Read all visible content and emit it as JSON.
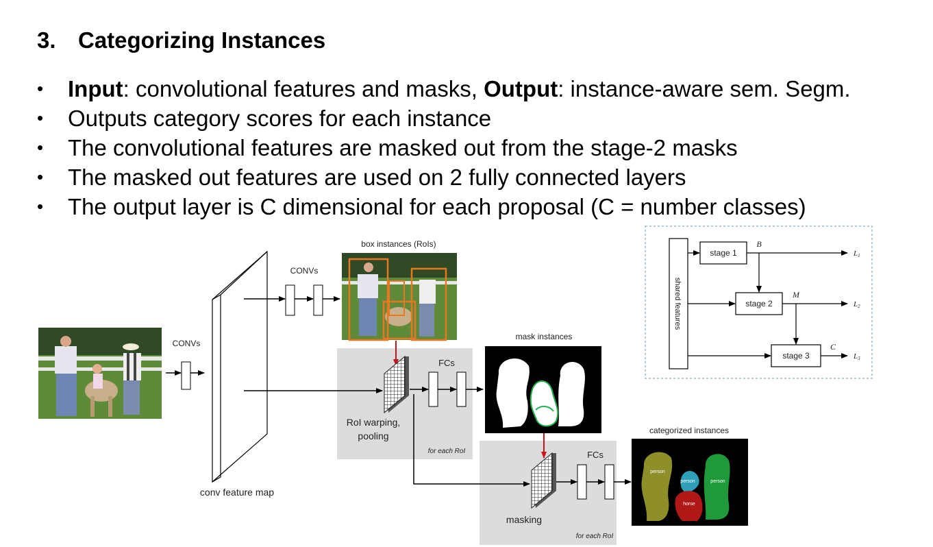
{
  "slide": {
    "number": "3.",
    "title": "Categorizing Instances"
  },
  "bullets": [
    {
      "bold1": "Input",
      "text1": ": convolutional features and masks, ",
      "bold2": "Output",
      "text2": ": instance-aware sem. Segm."
    },
    {
      "text": "Outputs category scores for each instance"
    },
    {
      "text": "The convolutional features are masked out from the stage-2 masks"
    },
    {
      "text": "The masked out features are used on 2 fully connected layers"
    },
    {
      "text": "The output layer is C dimensional for each proposal (C = number classes)"
    }
  ],
  "diagram": {
    "convs_left": "CONVs",
    "convs_top": "CONVs",
    "conv_feature_map": "conv feature map",
    "box_instances": "box instances (RoIs)",
    "roi_warping_line1": "RoI warping,",
    "roi_warping_line2": "pooling",
    "fcs_1": "FCs",
    "for_each_roi_1": "for each RoI",
    "mask_instances": "mask instances",
    "masking": "masking",
    "fcs_2": "FCs",
    "for_each_roi_2": "for each RoI",
    "categorized_instances": "categorized instances",
    "category_labels": [
      "person",
      "person",
      "person",
      "horse"
    ]
  },
  "cascade": {
    "shared_features": "shared features",
    "stages": [
      "stage 1",
      "stage 2",
      "stage 3"
    ],
    "outputs": [
      "B",
      "M",
      "C"
    ],
    "losses": [
      "L",
      "L",
      "L"
    ],
    "loss_subscripts": [
      "1",
      "2",
      "3"
    ]
  }
}
